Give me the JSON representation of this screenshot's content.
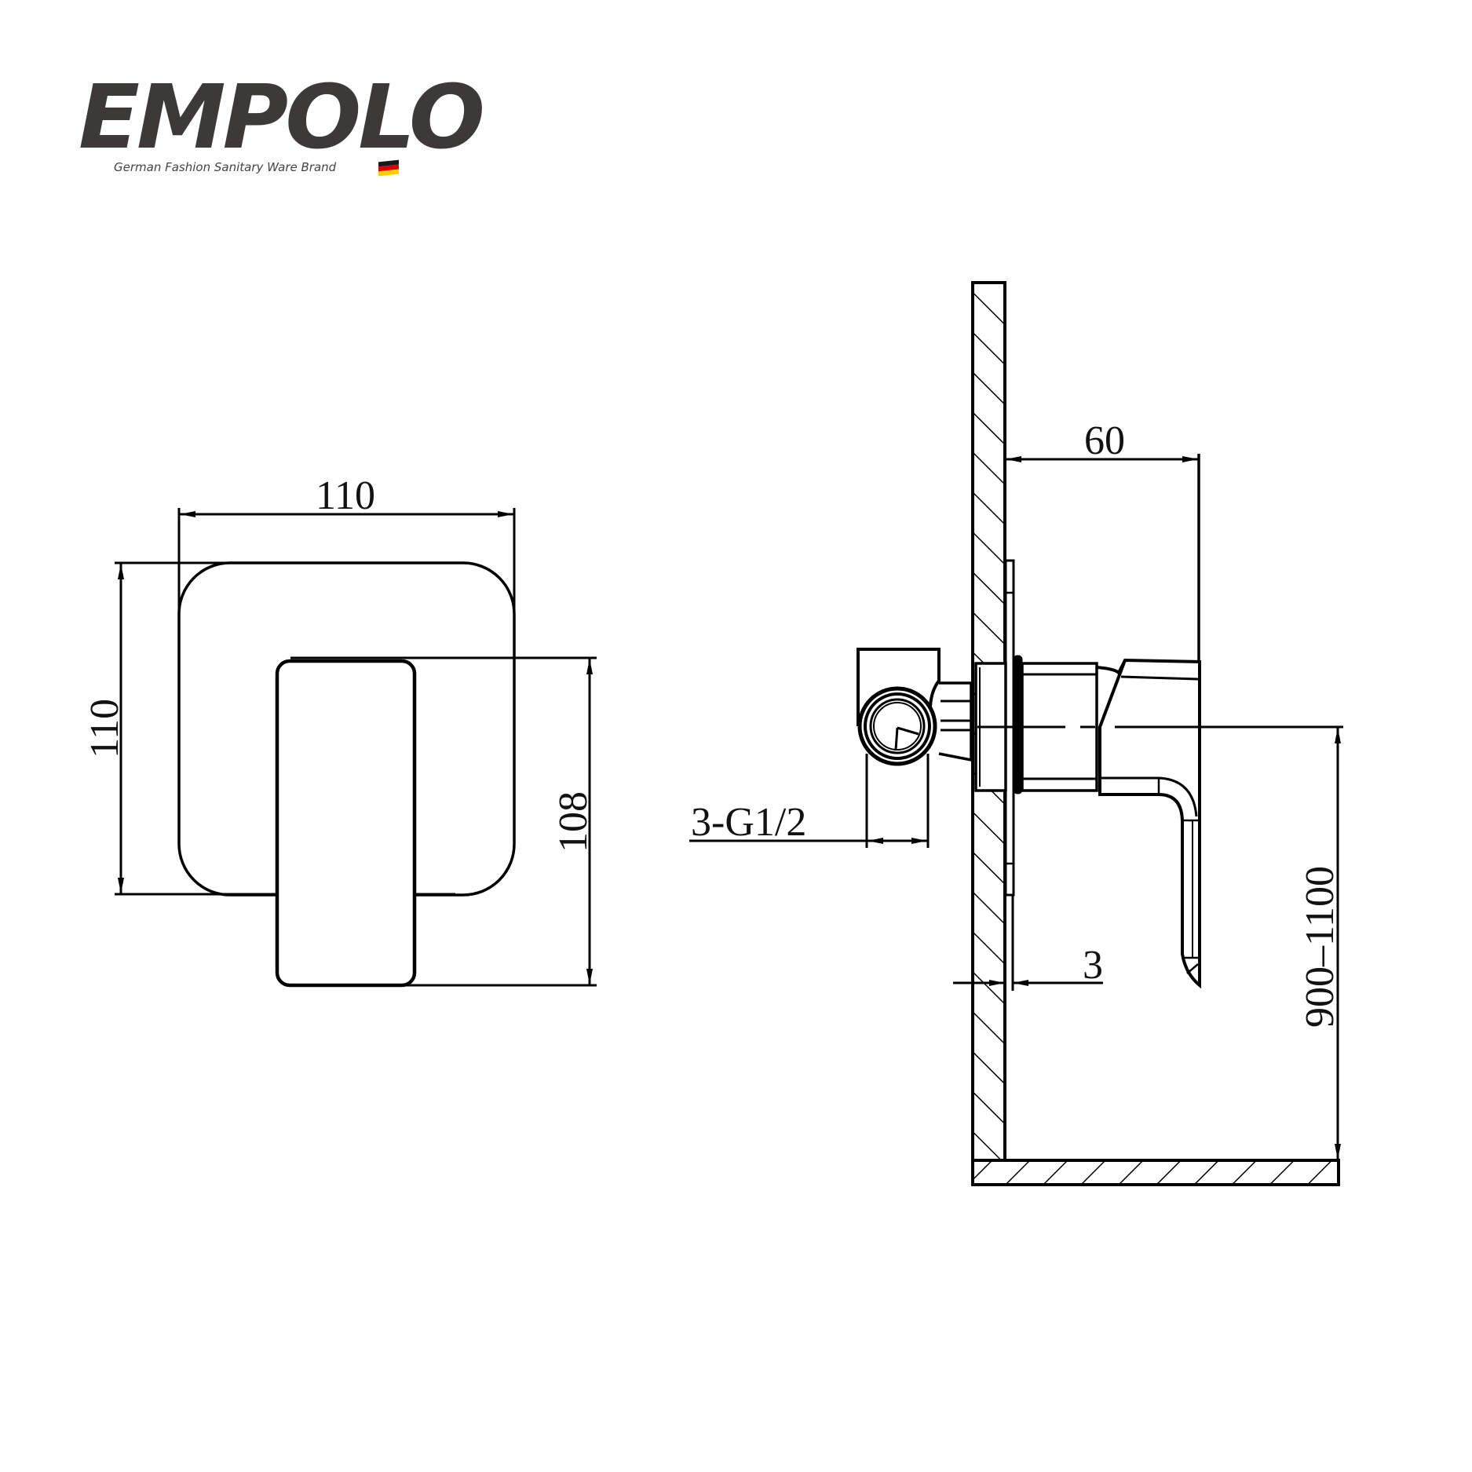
{
  "brand": {
    "name": "EMPOLO",
    "tagline": "German Fashion Sanitary Ware Brand",
    "flag": {
      "country": "Germany",
      "colors": [
        "#1a1a1a",
        "#dd0000",
        "#ffce00"
      ]
    },
    "color": "#3d3939"
  },
  "drawing": {
    "line_color": "#000000",
    "front_view": {
      "plate_width_label": "110",
      "plate_height_label": "110",
      "handle_height_label": "108"
    },
    "side_view": {
      "projection_label": "60",
      "connection_label": "3-G1/2",
      "plate_gap_label": "3",
      "mount_height_label": "900–1100"
    }
  }
}
